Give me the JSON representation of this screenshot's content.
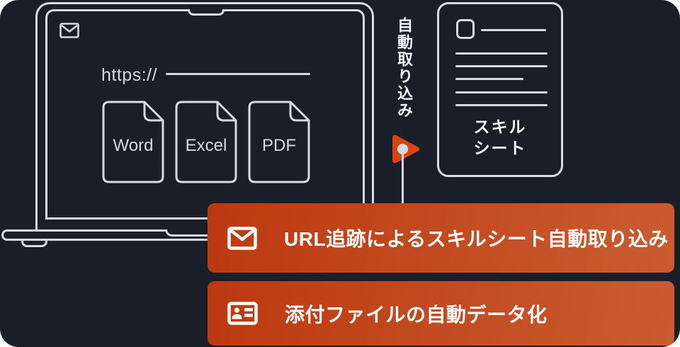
{
  "colors": {
    "background": "#191e28",
    "line_art": "#d5dae6",
    "accent_triangle": "#d94511",
    "banner_gradient_start": "#bc3910",
    "banner_gradient_end": "#ca5c31"
  },
  "laptop": {
    "url_label": "https://",
    "files": [
      {
        "label": "Word"
      },
      {
        "label": "Excel"
      },
      {
        "label": "PDF"
      }
    ]
  },
  "flow": {
    "vertical_label": "自動取り込み"
  },
  "skill_sheet": {
    "title_line1": "スキル",
    "title_line2": "シート"
  },
  "banners": [
    {
      "icon": "envelope-icon",
      "label": "URL追跡によるスキルシート自動取り込み"
    },
    {
      "icon": "id-card-icon",
      "label": "添付ファイルの自動データ化"
    }
  ]
}
